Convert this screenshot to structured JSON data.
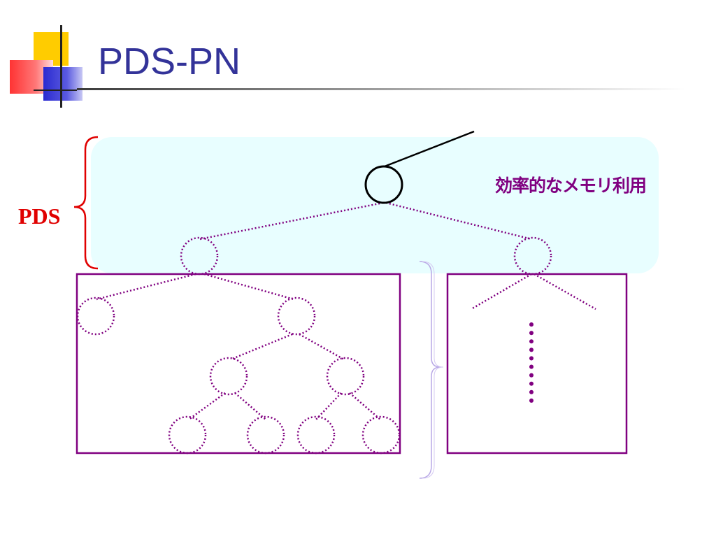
{
  "slide": {
    "title": "PDS-PN"
  },
  "diagram": {
    "pds_label": "PDS",
    "memory_note": "効率的なメモリ利用",
    "colors": {
      "title": "#333399",
      "pds_label": "#e00000",
      "brace": "#e00000",
      "note": "#800080",
      "tree": "#800080",
      "highlight_region": "#e8feff"
    }
  }
}
